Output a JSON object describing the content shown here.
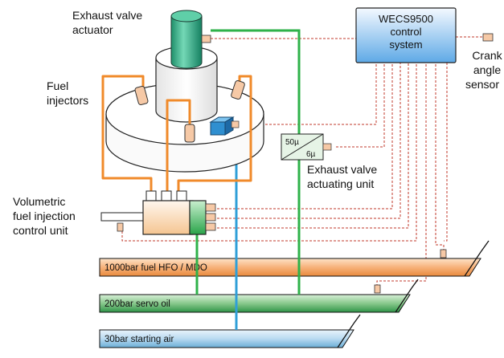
{
  "labels": {
    "exhaust_valve_actuator": [
      "Exhaust valve",
      "actuator"
    ],
    "fuel_injectors": [
      "Fuel",
      "injectors"
    ],
    "volumetric_unit": [
      "Volumetric",
      "fuel injection",
      "control unit"
    ],
    "exhaust_actuating_unit": [
      "Exhaust valve",
      "actuating unit"
    ],
    "crank_angle_sensor": [
      "Crank",
      "angle",
      "sensor"
    ],
    "control_system": [
      "WECS9500",
      "control",
      "system"
    ],
    "valve_box": [
      "50µ",
      "6µ"
    ]
  },
  "pipes": [
    {
      "label": "1000bar fuel HFO / MDO",
      "color": "#f2a464"
    },
    {
      "label": "200bar servo oil",
      "color": "#3fa05a"
    },
    {
      "label": "30bar starting air",
      "color": "#6aaed6"
    }
  ],
  "colors": {
    "fuel": "#f08a2a",
    "servo": "#2fb24a",
    "air": "#2f9fd8",
    "signal": "#c0392b"
  }
}
